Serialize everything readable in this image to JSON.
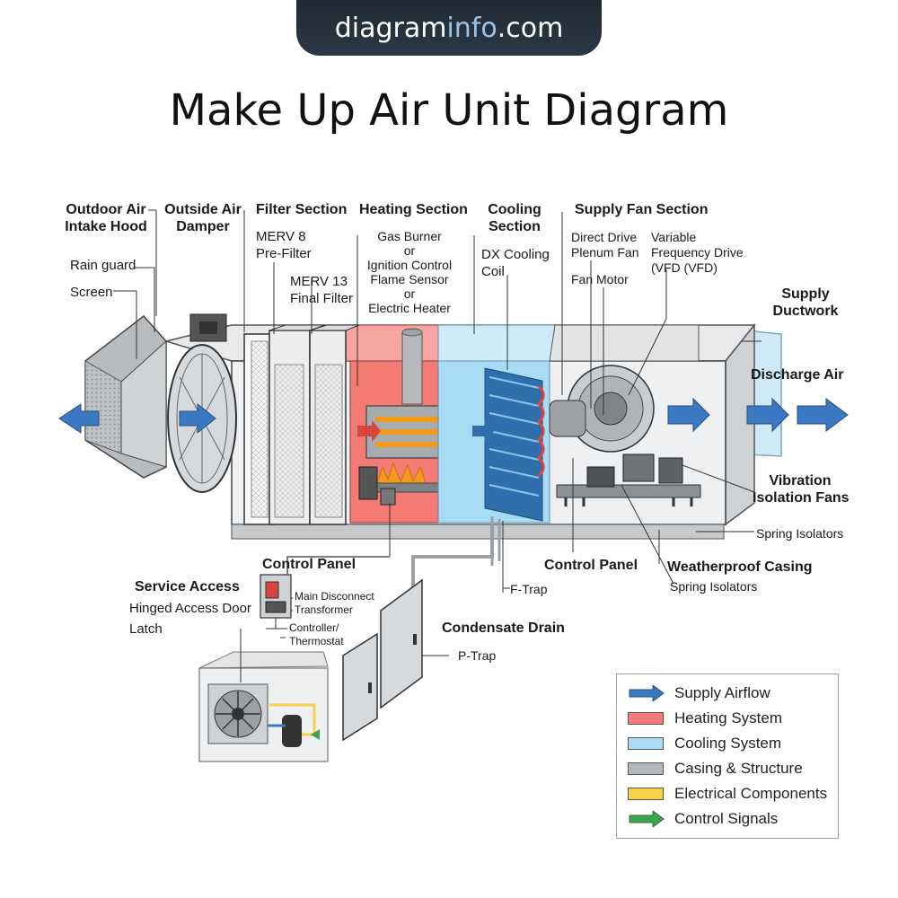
{
  "banner": {
    "prefix": "diagram",
    "accent": "info",
    "suffix": ".com"
  },
  "title": "Make Up Air Unit Diagram",
  "labels": {
    "outdoor_air_intake_hood": "Outdoor Air\nIntake Hood",
    "rain_guard": "Rain guard",
    "screen": "Screen",
    "outside_air_damper": "Outside Air\nDamper",
    "filter_section": "Filter Section",
    "merv8": "MERV 8\nPre-Filter",
    "merv13": "MERV 13\nFinal Filter",
    "heating_section": "Heating Section",
    "heating_options": "Gas Burner\nor\nIgnition Control\nFlame Sensor\nor\nElectric Heater",
    "cooling_section": "Cooling\nSection",
    "dx_cooling_coil": "DX Cooling\nCoil",
    "supply_fan_section": "Supply Fan Section",
    "direct_drive_plenum_fan": "Direct Drive\nPlenum Fan",
    "vfd": "Variable\nFrequency Drive\n(VFD (VFD)",
    "fan_motor": "Fan Motor",
    "supply_ductwork": "Supply\nDuctwork",
    "discharge_air": "Discharge Air",
    "vibration_isolation_fans": "Vibration\nIsolation Fans",
    "spring_isolators_1": "Spring Isolators",
    "control_panel_right": "Control Panel",
    "weatherproof_casing": "Weatherproof Casing",
    "spring_isolators_2": "Spring Isolators",
    "f_trap": "F-Trap",
    "condensate_drain": "Condensate Drain",
    "p_trap": "P-Trap",
    "control_panel_left": "Control Panel",
    "main_disconnect": "Main Disconnect",
    "transformer": "Transformer",
    "controller_thermostat": "Controller/\nThermostat",
    "service_access": "Service Access",
    "hinged_access_door": "Hinged Access Door",
    "latch": "Latch"
  },
  "legend": [
    {
      "label": "Supply Airflow",
      "kind": "arrow",
      "color": "#3a78c2"
    },
    {
      "label": "Heating System",
      "kind": "swatch",
      "color": "#f47a74"
    },
    {
      "label": "Cooling System",
      "kind": "swatch",
      "color": "#a9dcf4"
    },
    {
      "label": "Casing & Structure",
      "kind": "swatch",
      "color": "#b5b8bb"
    },
    {
      "label": "Electrical Components",
      "kind": "swatch",
      "color": "#f5d24a"
    },
    {
      "label": "Control Signals",
      "kind": "arrow",
      "color": "#3fa34d"
    }
  ],
  "colors": {
    "airflow": "#3a78c2",
    "heating": "#f47a74",
    "cooling": "#a9dcf4",
    "casing": "#d9dcdf",
    "electrical": "#f5d24a",
    "control": "#3fa34d",
    "flame": "#f39a1e"
  }
}
